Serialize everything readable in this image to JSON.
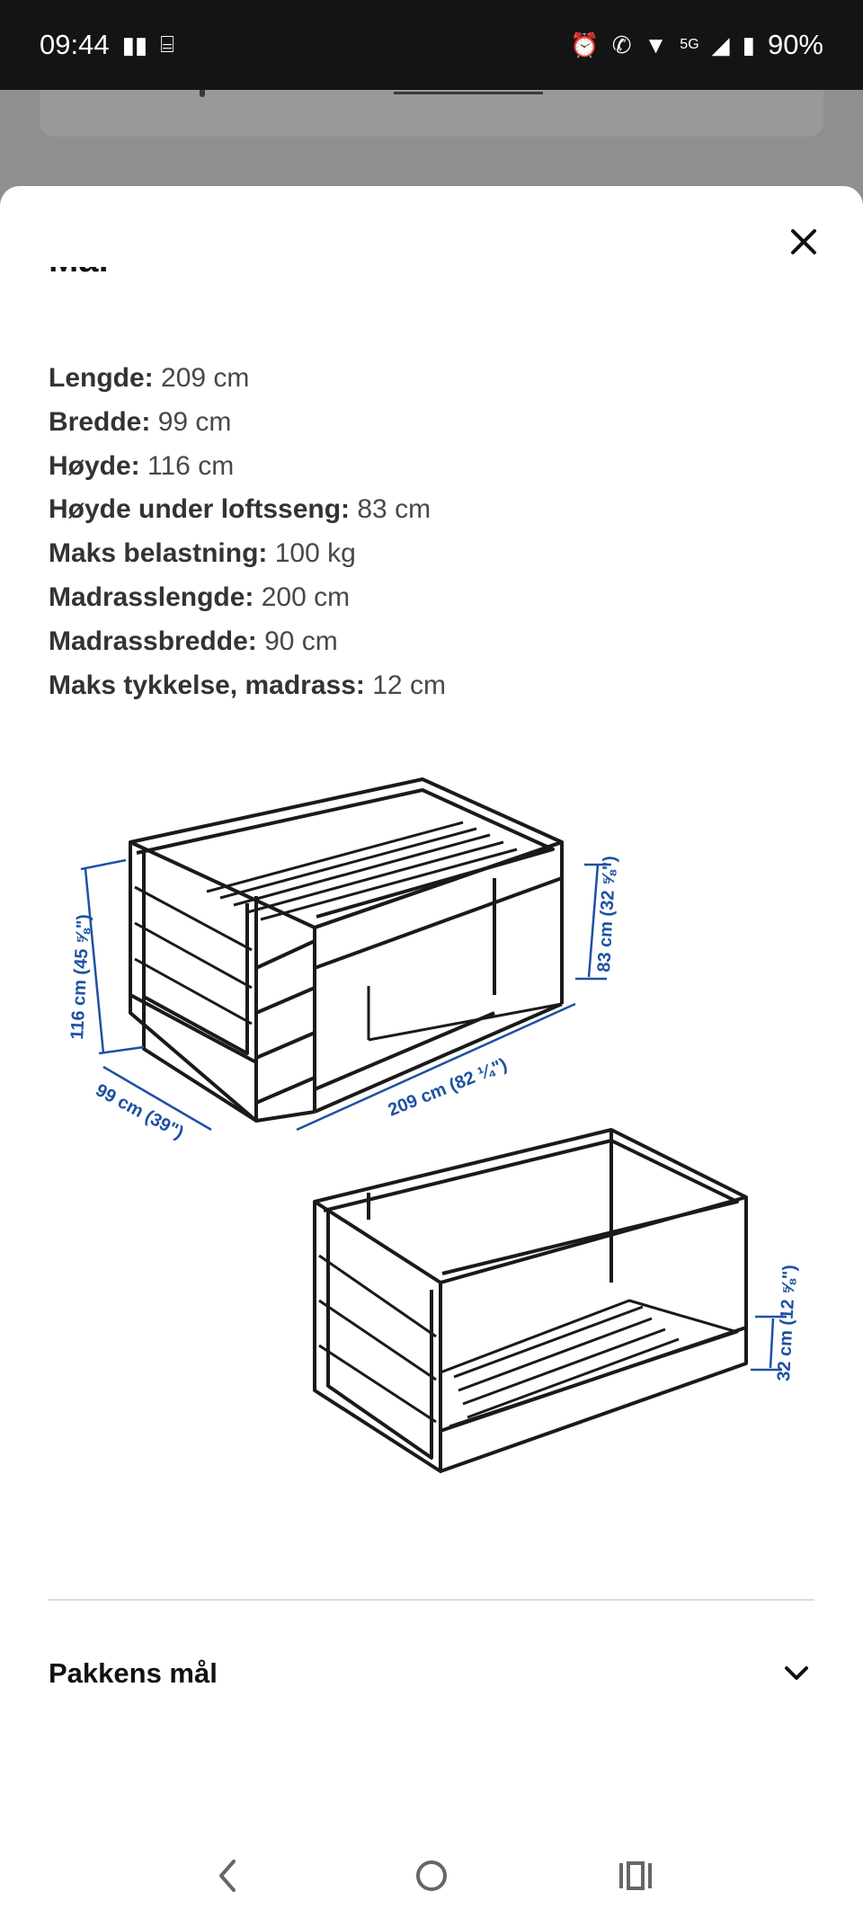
{
  "status_bar": {
    "time": "09:44",
    "network": "5G",
    "battery": "90%"
  },
  "sheet": {
    "section_title": "Mål",
    "specs": [
      {
        "label": "Lengde:",
        "value": "209 cm"
      },
      {
        "label": "Bredde:",
        "value": "99 cm"
      },
      {
        "label": "Høyde:",
        "value": "116 cm"
      },
      {
        "label": "Høyde under loftsseng:",
        "value": "83 cm"
      },
      {
        "label": "Maks belastning:",
        "value": "100 kg"
      },
      {
        "label": "Madrasslengde:",
        "value": "200 cm"
      },
      {
        "label": "Madrassbredde:",
        "value": "90 cm"
      },
      {
        "label": "Maks tykkelse, madrass:",
        "value": "12 cm"
      }
    ],
    "diagram": {
      "dim_height": "116 cm (45 ⅝\")",
      "dim_under": "83 cm (32 ⅝\")",
      "dim_width": "99 cm (39\")",
      "dim_length": "209 cm (82 ¼\")",
      "dim_low": "32 cm (12 ⅝\")"
    },
    "accordion_label": "Pakkens mål"
  },
  "colors": {
    "dimension_blue": "#1e51a2",
    "scrim": "#8f8f8f"
  }
}
